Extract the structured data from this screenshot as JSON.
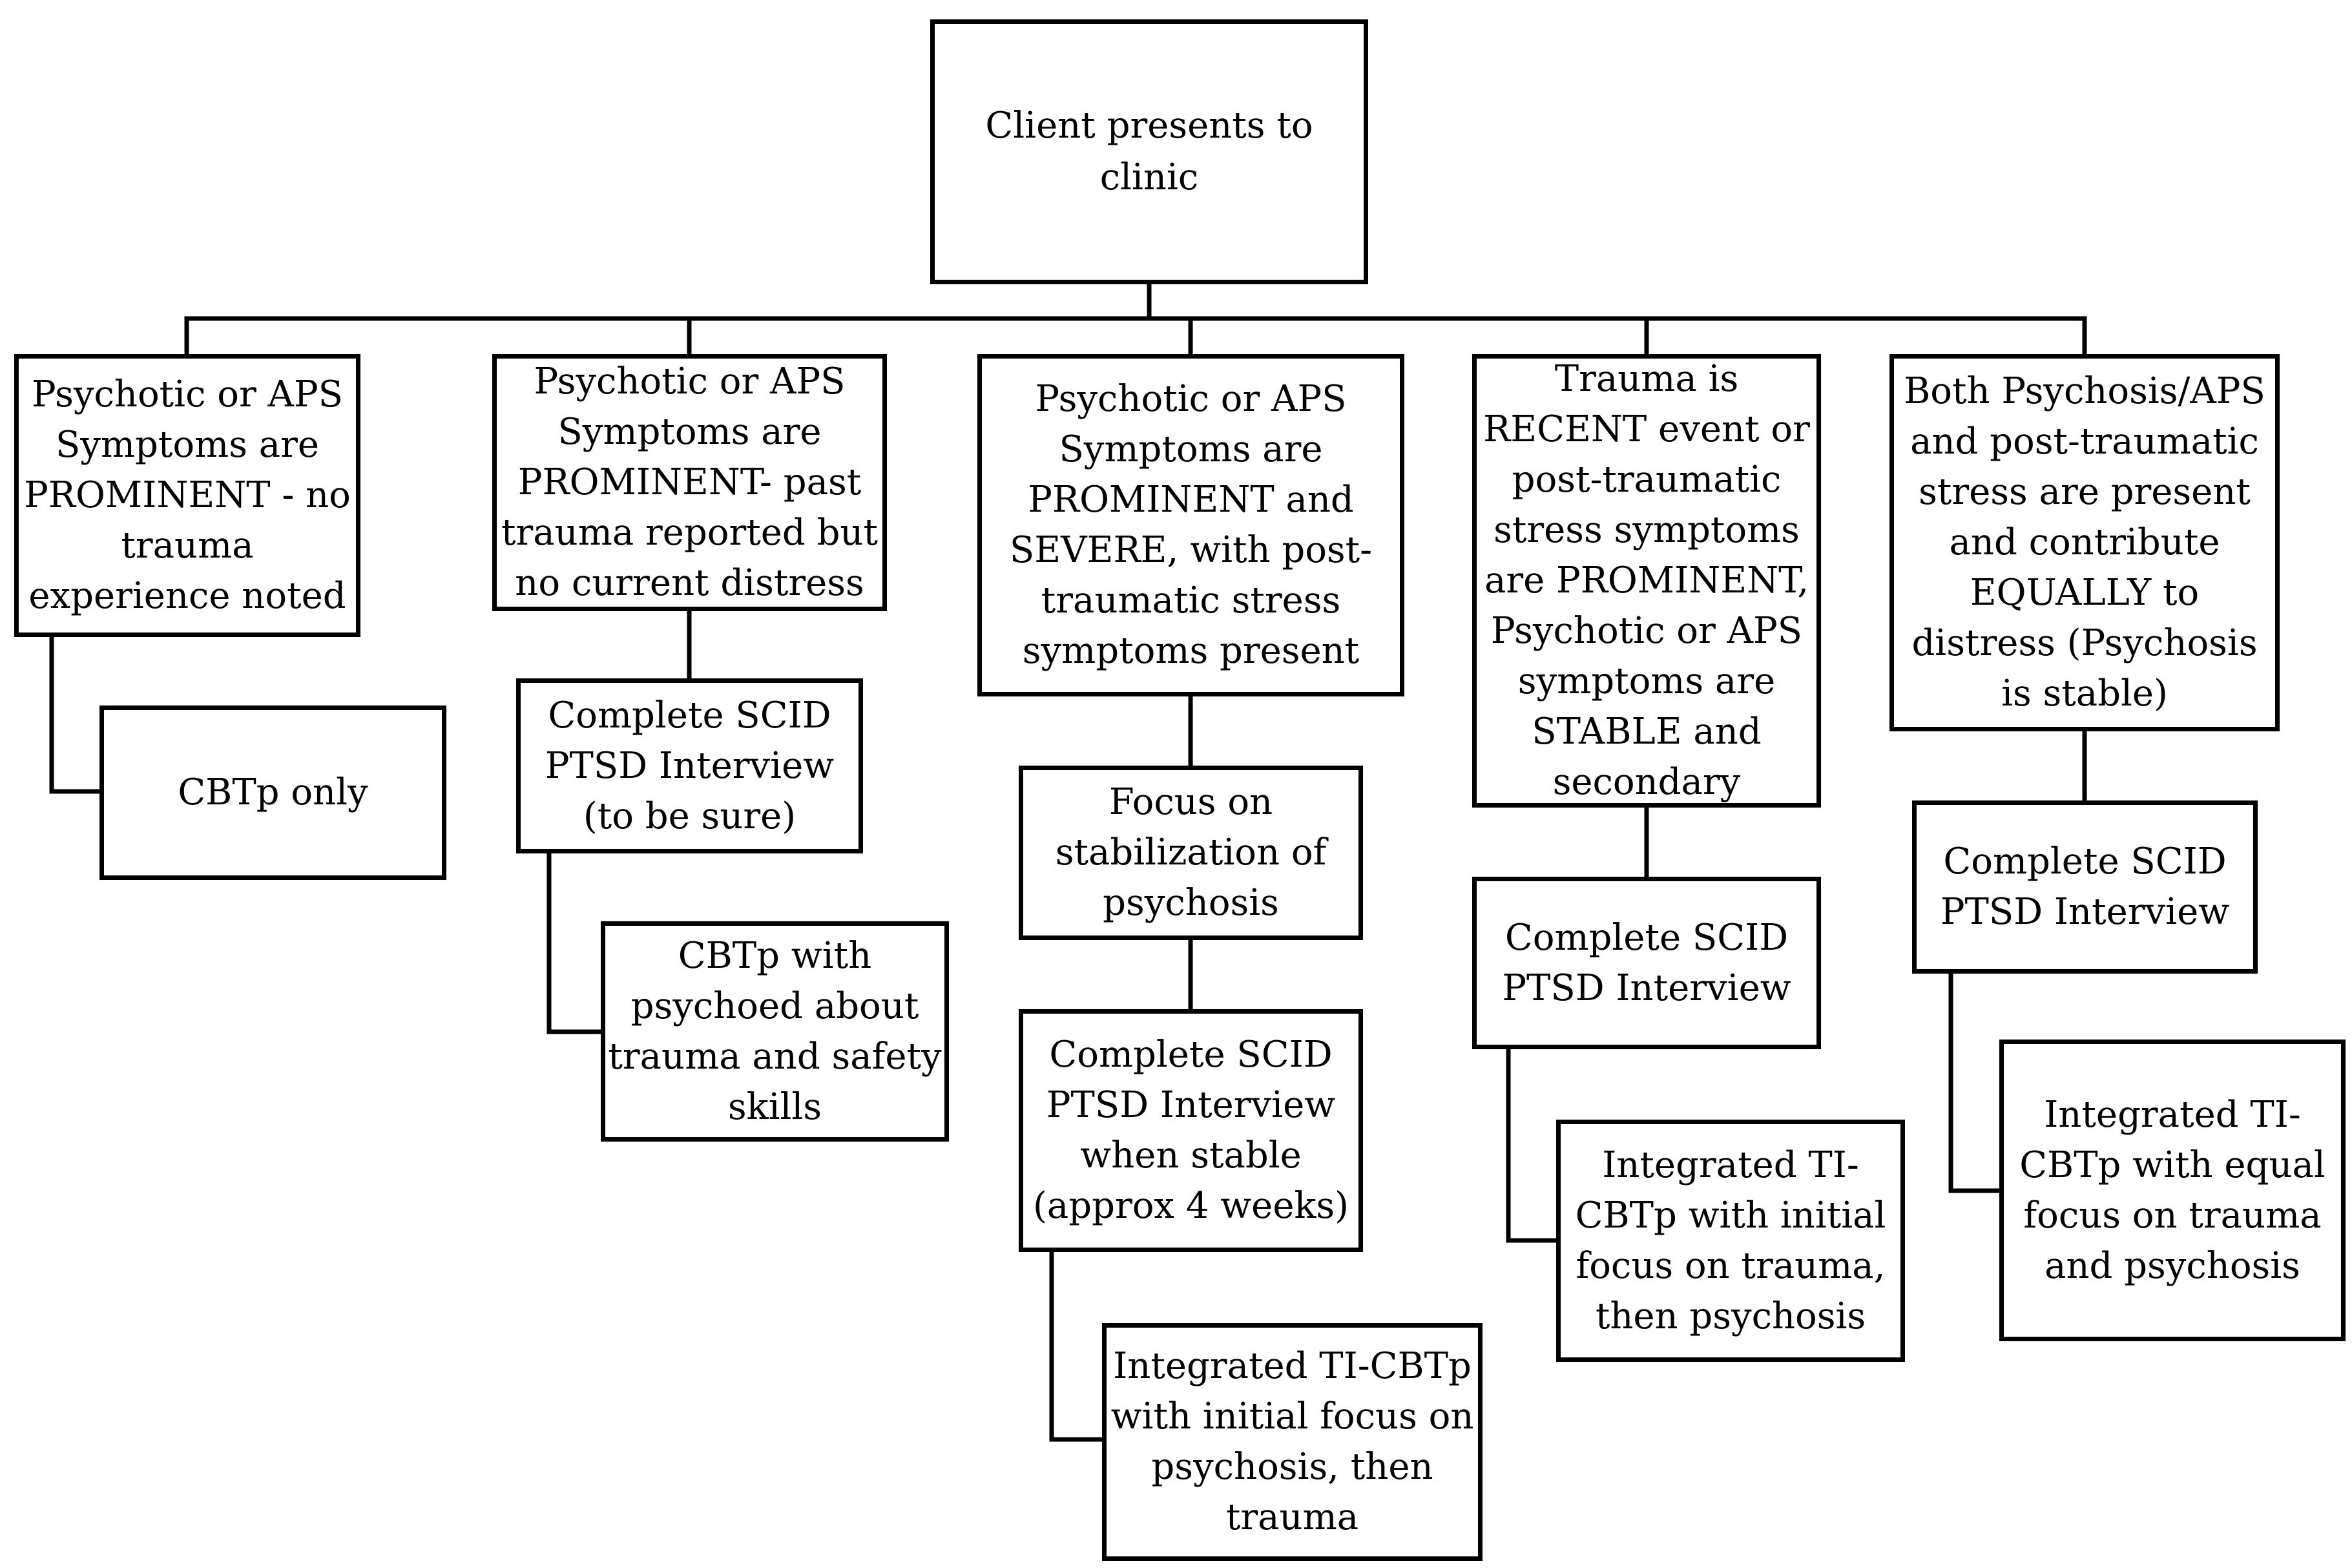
{
  "flowchart": {
    "root": "Client presents to clinic",
    "branches": [
      {
        "condition": "Psychotic or APS Symptoms are PROMINENT - no trauma experience noted",
        "steps": [
          "CBTp only"
        ]
      },
      {
        "condition": "Psychotic or APS Symptoms are PROMINENT- past trauma reported but no current distress",
        "steps": [
          "Complete SCID PTSD Interview (to be sure)",
          "CBTp with psychoed about trauma and safety skills"
        ]
      },
      {
        "condition": "Psychotic or APS Symptoms are PROMINENT and SEVERE, with post-traumatic stress symptoms present",
        "steps": [
          "Focus on stabilization of psychosis",
          "Complete SCID PTSD Interview when stable (approx 4 weeks)",
          "Integrated TI-CBTp with initial focus on psychosis, then trauma"
        ]
      },
      {
        "condition": "Trauma is RECENT event or post-traumatic stress symptoms are PROMINENT, Psychotic or APS symptoms are STABLE and secondary",
        "steps": [
          "Complete SCID PTSD Interview",
          "Integrated TI-CBTp with initial focus on trauma, then psychosis"
        ]
      },
      {
        "condition": "Both Psychosis/APS and post-traumatic stress are present and contribute EQUALLY to distress (Psychosis is stable)",
        "steps": [
          "Complete SCID PTSD Interview",
          "Integrated TI-CBTp with equal focus on trauma and psychosis"
        ]
      }
    ]
  }
}
